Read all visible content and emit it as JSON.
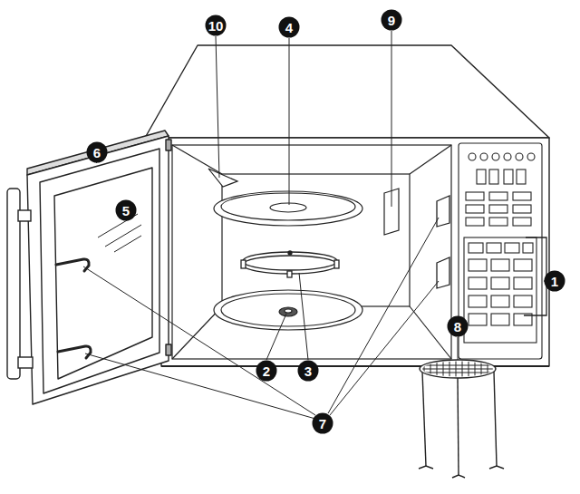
{
  "diagram": {
    "nodes": [
      {
        "text": [
          "10"
        ]
      },
      {
        "text": [
          "4"
        ]
      },
      {
        "text": [
          "9"
        ]
      },
      {
        "text": [
          "6"
        ]
      },
      {
        "text": [
          "5"
        ]
      },
      {
        "text": [
          "1"
        ]
      },
      {
        "text": [
          "2"
        ]
      },
      {
        "text": [
          "3"
        ]
      },
      {
        "text": [
          "7"
        ]
      },
      {
        "text": [
          "8"
        ]
      }
    ]
  }
}
